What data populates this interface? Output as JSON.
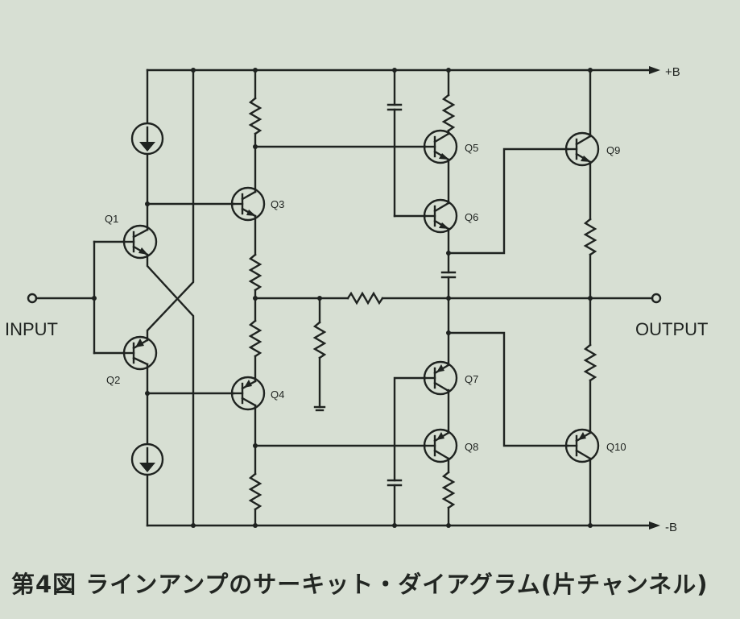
{
  "labels": {
    "plus_b": "+B",
    "minus_b": "-B",
    "input": "INPUT",
    "output": "OUTPUT",
    "q1": "Q1",
    "q2": "Q2",
    "q3": "Q3",
    "q4": "Q4",
    "q5": "Q5",
    "q6": "Q6",
    "q7": "Q7",
    "q8": "Q8",
    "q9": "Q9",
    "q10": "Q10"
  },
  "caption": "第4図 ラインアンプのサーキット・ダイアグラム(片チャンネル)"
}
